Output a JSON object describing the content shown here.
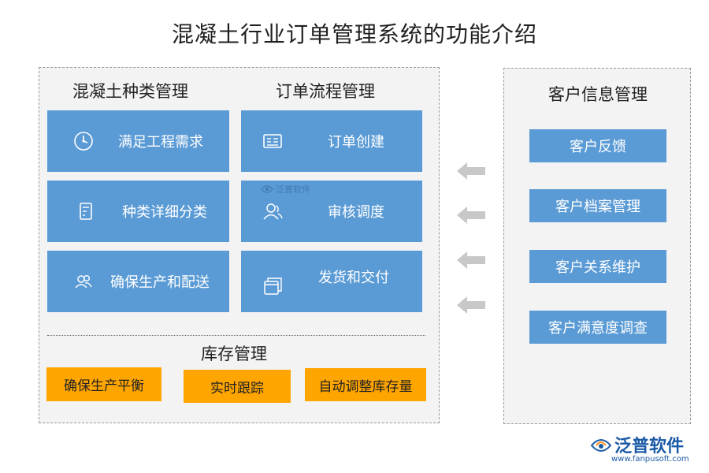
{
  "title": "混凝土行业订单管理系统的功能介绍",
  "sections": {
    "concrete": {
      "title": "混凝土种类管理",
      "items": [
        {
          "label": "满足工程需求",
          "icon": "clock-icon"
        },
        {
          "label": "种类详细分类",
          "icon": "document-icon"
        },
        {
          "label": "确保生产和配送",
          "icon": "people-icon"
        }
      ]
    },
    "order": {
      "title": "订单流程管理",
      "items": [
        {
          "label": "订单创建",
          "icon": "form-icon"
        },
        {
          "label": "审核调度",
          "icon": "user-icon"
        },
        {
          "label": "发货和交付",
          "icon": "window-icon"
        }
      ]
    },
    "inventory": {
      "title": "库存管理",
      "items": [
        {
          "label": "确保生产平衡"
        },
        {
          "label": "实时跟踪"
        },
        {
          "label": "自动调整库存量"
        }
      ]
    },
    "customer": {
      "title": "客户信息管理",
      "items": [
        {
          "label": "客户反馈"
        },
        {
          "label": "客户档案管理"
        },
        {
          "label": "客户关系维护"
        },
        {
          "label": "客户满意度调查"
        }
      ]
    }
  },
  "watermark": "泛普软件",
  "logo": {
    "name": "泛普软件",
    "url": "www.fanpusoft.com"
  },
  "colors": {
    "blue": "#5b9bd5",
    "orange": "#ffa500",
    "arrow": "#c8c8c8",
    "brand": "#1a5aa6"
  }
}
